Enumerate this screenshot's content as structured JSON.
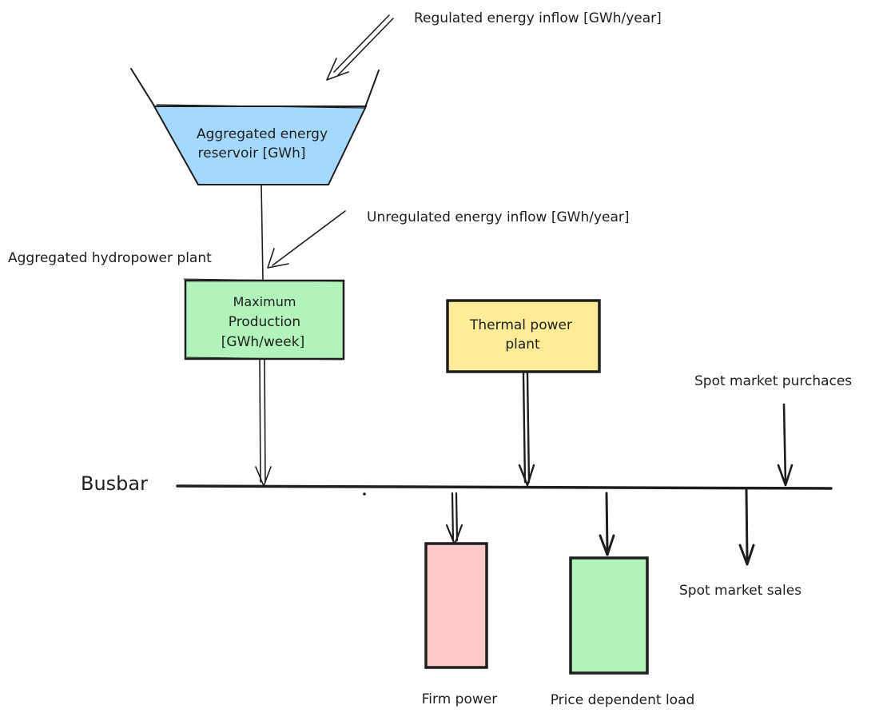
{
  "labels": {
    "regulated_inflow": "Regulated energy inflow [GWh/year]",
    "reservoir": [
      "Aggregated energy",
      "reservoir [GWh]"
    ],
    "unregulated_inflow": "Unregulated energy inflow [GWh/year]",
    "hydropower_plant": "Aggregated hydropower plant",
    "max_production": [
      "Maximum",
      "Production",
      "[GWh/week]"
    ],
    "thermal_plant": [
      "Thermal power",
      "plant"
    ],
    "spot_purchases": "Spot market purchaces",
    "busbar": "Busbar",
    "spot_sales": "Spot market sales",
    "firm_power": "Firm power",
    "price_dependent_load": "Price dependent load"
  },
  "colors": {
    "reservoir_fill": "#a5d8ff",
    "production_fill": "#b2f2bb",
    "thermal_fill": "#ffec99",
    "firm_power_fill": "#ffc9c9",
    "load_fill": "#b2f2bb",
    "stroke": "#1e1e1e"
  }
}
